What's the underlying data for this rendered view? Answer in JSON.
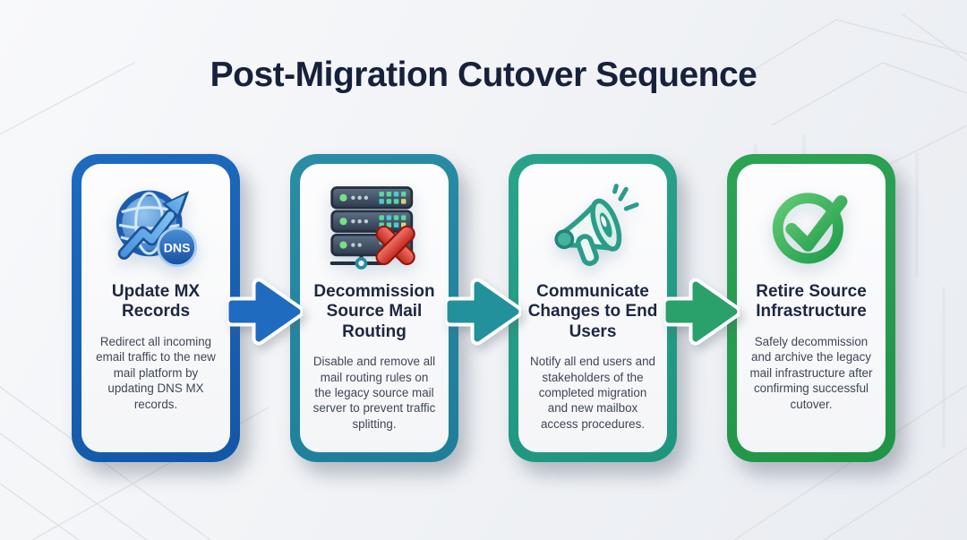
{
  "header": {
    "title": "Post-Migration Cutover Sequence"
  },
  "steps": [
    {
      "title": "Update MX Records",
      "description": "Redirect all incoming email traffic to the new mail platform by updating DNS MX records.",
      "icon": "dns-globe-icon",
      "badge": "DNS",
      "accent": "#1e6bc0",
      "accent2": "#1257a6"
    },
    {
      "title": "Decommission Source Mail Routing",
      "description": "Disable and remove all mail routing rules on the legacy source mail server to prevent traffic splitting.",
      "icon": "server-decommission-icon",
      "accent": "#2a8da6",
      "accent2": "#1e7e99"
    },
    {
      "title": "Communicate Changes to End Users",
      "description": "Notify all end users and stakeholders of the completed migration and new mailbox access procedures.",
      "icon": "megaphone-icon",
      "accent": "#2aa38b",
      "accent2": "#1e957e"
    },
    {
      "title": "Retire Source Infrastructure",
      "description": "Safely decommission and archive the legacy mail infrastructure after confirming successful cutover.",
      "icon": "check-circle-icon",
      "accent": "#2da455",
      "accent2": "#1f9447"
    }
  ],
  "arrows": [
    {
      "color": "#1e6bc0"
    },
    {
      "color": "#23919b"
    },
    {
      "color": "#2aa06b"
    }
  ]
}
